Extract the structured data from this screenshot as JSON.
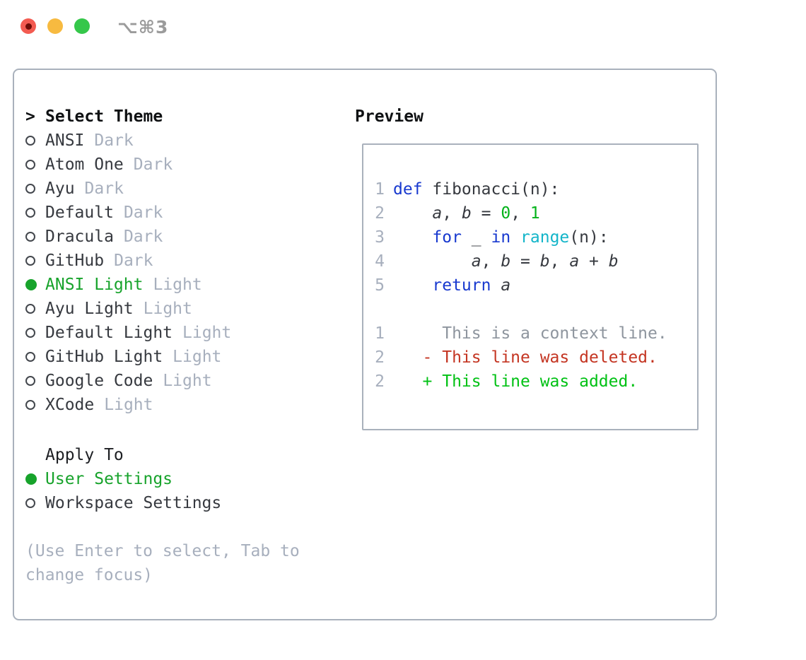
{
  "window": {
    "shortcut_label": "⌥⌘3",
    "traffic_lights": [
      "close",
      "minimize",
      "zoom"
    ]
  },
  "theme_picker": {
    "prompt": ">",
    "title": "Select Theme",
    "items": [
      {
        "name": "ANSI",
        "variant": "Dark",
        "selected": false
      },
      {
        "name": "Atom One",
        "variant": "Dark",
        "selected": false
      },
      {
        "name": "Ayu",
        "variant": "Dark",
        "selected": false
      },
      {
        "name": "Default",
        "variant": "Dark",
        "selected": false
      },
      {
        "name": "Dracula",
        "variant": "Dark",
        "selected": false
      },
      {
        "name": "GitHub",
        "variant": "Dark",
        "selected": false
      },
      {
        "name": "ANSI Light",
        "variant": "Light",
        "selected": true
      },
      {
        "name": "Ayu Light",
        "variant": "Light",
        "selected": false
      },
      {
        "name": "Default Light",
        "variant": "Light",
        "selected": false
      },
      {
        "name": "GitHub Light",
        "variant": "Light",
        "selected": false
      },
      {
        "name": "Google Code",
        "variant": "Light",
        "selected": false
      },
      {
        "name": "XCode",
        "variant": "Light",
        "selected": false
      }
    ],
    "apply_to": {
      "title": "Apply To",
      "options": [
        {
          "label": "User Settings",
          "selected": true
        },
        {
          "label": "Workspace Settings",
          "selected": false
        }
      ]
    },
    "help_lines": [
      "(Use Enter to select, Tab to",
      "change focus)"
    ]
  },
  "preview": {
    "title": "Preview",
    "lines": [
      {
        "num": "1",
        "segs": [
          {
            "t": "def",
            "s": "kw"
          },
          {
            "t": " fibonacci(n):",
            "s": "plain"
          }
        ]
      },
      {
        "num": "2",
        "segs": [
          {
            "t": "    ",
            "s": "plain"
          },
          {
            "t": "a",
            "s": "var"
          },
          {
            "t": ", ",
            "s": "plain"
          },
          {
            "t": "b",
            "s": "var"
          },
          {
            "t": " = ",
            "s": "plain"
          },
          {
            "t": "0",
            "s": "num"
          },
          {
            "t": ", ",
            "s": "plain"
          },
          {
            "t": "1",
            "s": "num"
          }
        ]
      },
      {
        "num": "3",
        "segs": [
          {
            "t": "    ",
            "s": "plain"
          },
          {
            "t": "for",
            "s": "kw"
          },
          {
            "t": " _ ",
            "s": "plain"
          },
          {
            "t": "in",
            "s": "kw"
          },
          {
            "t": " ",
            "s": "plain"
          },
          {
            "t": "range",
            "s": "builtin"
          },
          {
            "t": "(n):",
            "s": "plain"
          }
        ]
      },
      {
        "num": "4",
        "segs": [
          {
            "t": "        ",
            "s": "plain"
          },
          {
            "t": "a",
            "s": "var"
          },
          {
            "t": ", ",
            "s": "plain"
          },
          {
            "t": "b",
            "s": "var"
          },
          {
            "t": " = ",
            "s": "plain"
          },
          {
            "t": "b",
            "s": "var"
          },
          {
            "t": ", ",
            "s": "plain"
          },
          {
            "t": "a",
            "s": "var"
          },
          {
            "t": " + ",
            "s": "plain"
          },
          {
            "t": "b",
            "s": "var"
          }
        ]
      },
      {
        "num": "5",
        "segs": [
          {
            "t": "    ",
            "s": "plain"
          },
          {
            "t": "return",
            "s": "kw"
          },
          {
            "t": " ",
            "s": "plain"
          },
          {
            "t": "a",
            "s": "var"
          }
        ]
      },
      {
        "num": "",
        "segs": []
      },
      {
        "num": "1",
        "segs": [
          {
            "t": "     This is a context line.",
            "s": "ctx"
          }
        ]
      },
      {
        "num": "2",
        "segs": [
          {
            "t": "   ",
            "s": "plain"
          },
          {
            "t": "- This line was deleted.",
            "s": "del"
          }
        ]
      },
      {
        "num": "2",
        "segs": [
          {
            "t": "   ",
            "s": "plain"
          },
          {
            "t": "+ This line was added.",
            "s": "add"
          }
        ]
      }
    ]
  },
  "colors": {
    "accent_green": "#17a32b",
    "keyword_blue": "#1839cf",
    "builtin_cyan": "#13b5c9",
    "number_green": "#04b31b",
    "added_green": "#00c114",
    "deleted_red": "#c43522",
    "context_gray": "#8e959e",
    "muted_gray": "#a7afbd",
    "foreground": "#36393f",
    "heading_black": "#0f1113",
    "border_gray": "#a9b1bc",
    "traffic_red": "#f35b51",
    "traffic_red_dot": "#6f0d07",
    "traffic_yellow": "#f7ba40",
    "traffic_green": "#35c74a",
    "shortcut_gray": "#9b9b9b"
  }
}
